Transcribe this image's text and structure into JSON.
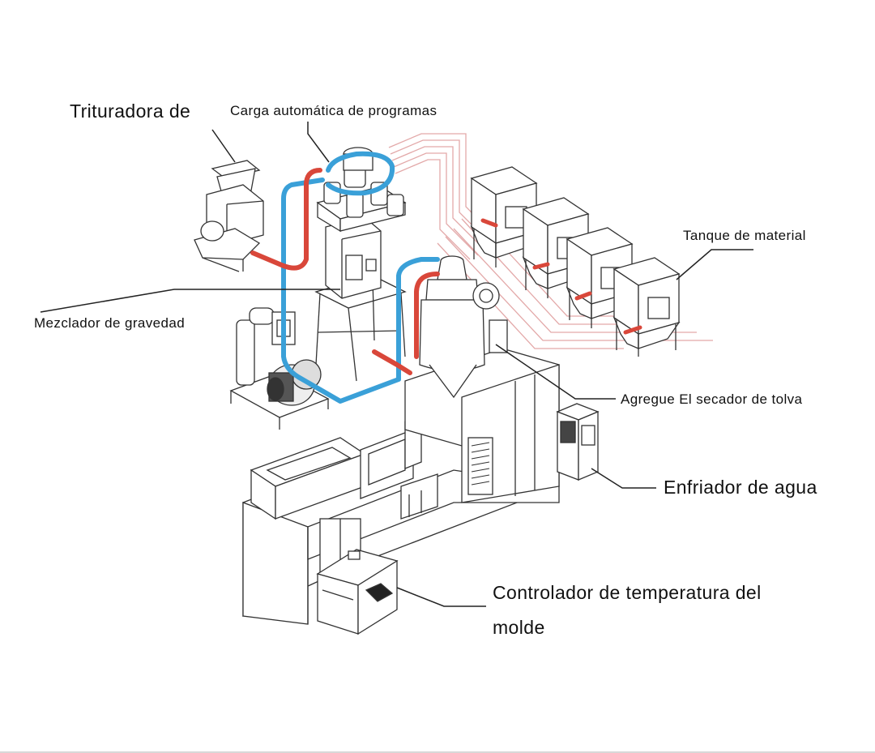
{
  "labels": {
    "trituradora": "Trituradora de",
    "carga": "Carga automática de programas",
    "tanque": "Tanque de material",
    "mezclador": "Mezclador de gravedad",
    "secador": "Agregue El secador de tolva",
    "enfriador": "Enfriador de agua",
    "controlador_line1": "Controlador de temperatura del",
    "controlador_line2": "molde"
  },
  "colors": {
    "line_art": "#333333",
    "vacuum_pipe": "#3aa0d8",
    "feed_pipe": "#d9473a",
    "outline_pipe": "#e3a9a9"
  }
}
